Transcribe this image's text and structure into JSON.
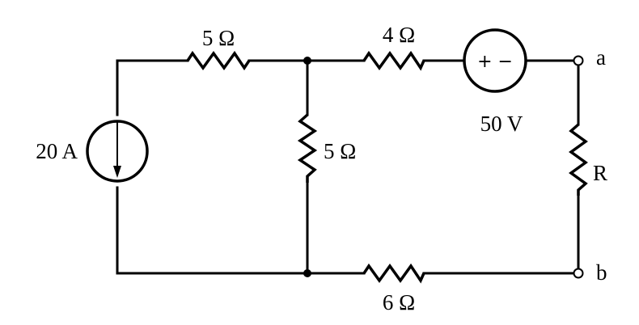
{
  "labels": {
    "r_top_left": "5 Ω",
    "r_top_right": "4 Ω",
    "r_middle": "5 Ω",
    "r_bottom": "6 Ω",
    "current_source": "20 A",
    "voltage_source": "50 V",
    "voltage_source_signs": "+ −",
    "load_resistor": "R",
    "terminal_a": "a",
    "terminal_b": "b"
  }
}
